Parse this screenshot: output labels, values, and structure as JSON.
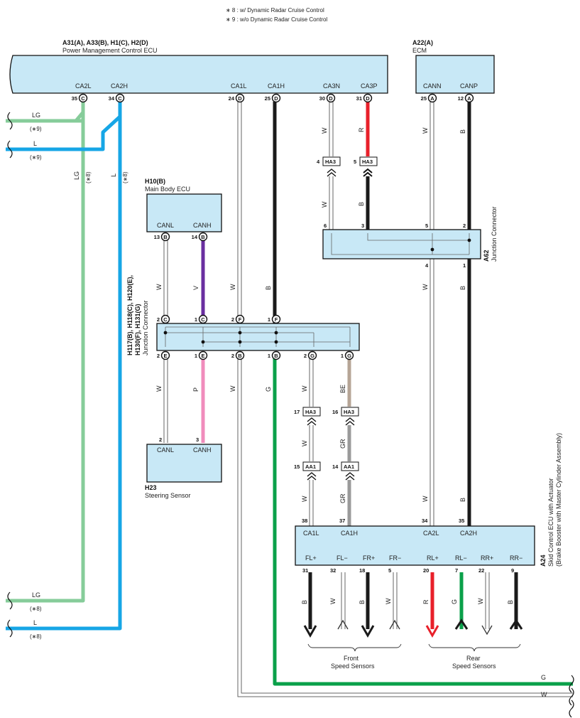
{
  "notes": [
    "∗ 8 : w/ Dynamic Radar Cruise Control",
    "∗ 9 : w/o Dynamic Radar Cruise Control"
  ],
  "pmc": {
    "id": "A31(A), A33(B), H1(C), H2(D)",
    "name": "Power Management Control ECU",
    "pins": [
      "CA2L",
      "CA2H",
      "CA1L",
      "CA1H",
      "CA3N",
      "CA3P"
    ],
    "nums": [
      "35",
      "34",
      "24",
      "25",
      "30",
      "31"
    ],
    "conns": [
      "C",
      "C",
      "D",
      "D",
      "D",
      "D"
    ]
  },
  "ecm": {
    "id": "A22(A)",
    "name": "ECM",
    "pins": [
      "CANN",
      "CANP"
    ],
    "nums": [
      "25",
      "12"
    ],
    "conns": [
      "A",
      "A"
    ]
  },
  "h10": {
    "id": "H10(B)",
    "name": "Main Body ECU",
    "pins": [
      "CANL",
      "CANH"
    ],
    "nums": [
      "13",
      "14"
    ],
    "conns": [
      "B",
      "B"
    ]
  },
  "h23": {
    "id": "H23",
    "name": "Steering Sensor",
    "pins": [
      "CANL",
      "CANH"
    ],
    "nums": [
      "2",
      "3"
    ]
  },
  "a62": {
    "id": "A62",
    "name": "Junction Connector",
    "top_nums": [
      "6",
      "3",
      "5",
      "2"
    ],
    "bot_nums": [
      "4",
      "1"
    ]
  },
  "jc": {
    "id1": "H117(B), H118(C), H120(E),",
    "id2": "H130(F), H131(G)",
    "name": "Junction Connector",
    "top_nums": [
      "2",
      "1",
      "2",
      "1"
    ],
    "top_conns": [
      "C",
      "C",
      "F",
      "F"
    ],
    "bot_nums": [
      "2",
      "1",
      "2",
      "1",
      "2",
      "1"
    ],
    "bot_conns": [
      "E",
      "E",
      "B",
      "B",
      "G",
      "G"
    ]
  },
  "a24": {
    "id": "A24",
    "name1": "Skid Control ECU with Actuator",
    "name2": "(Brake Booster with Master Cylinder Assembly)",
    "top_pins": [
      "CA1L",
      "CA1H",
      "CA2L",
      "CA2H"
    ],
    "top_nums": [
      "38",
      "37",
      "34",
      "35"
    ],
    "bot_pins": [
      "FL+",
      "FL−",
      "FR+",
      "FR−",
      "RL+",
      "RL−",
      "RR+",
      "RR−"
    ],
    "bot_nums": [
      "31",
      "32",
      "18",
      "5",
      "20",
      "7",
      "22",
      "9"
    ],
    "bot_wires": [
      "B",
      "W",
      "B",
      "W",
      "R",
      "G",
      "W",
      "B"
    ]
  },
  "sensors": {
    "front1": "Front",
    "front2": "Speed Sensors",
    "rear1": "Rear",
    "rear2": "Speed Sensors"
  },
  "splices": [
    {
      "num": "4",
      "name": "HA3"
    },
    {
      "num": "5",
      "name": "HA3"
    },
    {
      "num": "17",
      "name": "HA3"
    },
    {
      "num": "16",
      "name": "HA3"
    },
    {
      "num": "15",
      "name": "AA1"
    },
    {
      "num": "14",
      "name": "AA1"
    }
  ],
  "left_wires": [
    {
      "color": "LG",
      "note": "(∗9)"
    },
    {
      "color": "L",
      "note": "(∗9)"
    },
    {
      "color": "LG",
      "note": "(∗8)"
    },
    {
      "color": "L",
      "note": "(∗8)"
    }
  ],
  "vertical_wire_labels": [
    {
      "text": "LG",
      "note": "(∗8)"
    },
    {
      "text": "L",
      "note": "(∗8)"
    }
  ],
  "wire_labels": {
    "ca3n": "W",
    "ca3p": "R",
    "canN": "W",
    "canP": "B",
    "ha3_4_low": "W",
    "ha3_5_low": "B",
    "a62_4": "W",
    "a62_1": "B",
    "h10_l": "W",
    "h10_h": "V",
    "ca1l": "W",
    "ca1h": "B",
    "e2": "W",
    "e1": "P",
    "b2": "W",
    "b1": "G",
    "g2": "W",
    "g1": "BE",
    "ha3_17_low": "W",
    "ha3_16_low": "GR",
    "aa1_15_low": "W",
    "aa1_14_low": "GR",
    "a24_ca2l": "W",
    "a24_ca2h": "B"
  },
  "bottom_wires": [
    {
      "color": "G"
    },
    {
      "color": "W"
    }
  ],
  "colors": {
    "LG": "#86cc9a",
    "L": "#16a6e6",
    "R": "#e8202a",
    "B": "#1a1a1a",
    "V": "#6a2fa0",
    "P": "#f08cbc",
    "G": "#0aa04a",
    "GR": "#9a9a9a",
    "BE": "#b6a596",
    "W": "#ffffff",
    "box": "#c8e8f6"
  }
}
